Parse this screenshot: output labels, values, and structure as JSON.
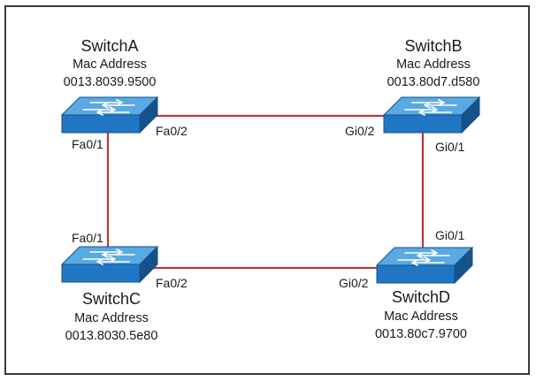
{
  "diagram": {
    "colors": {
      "link": "#b23a3a",
      "switch_top": "#59a9e3",
      "switch_side": "#1f77c4",
      "switch_dark": "#15528a",
      "arrow": "#ffffff"
    },
    "icons": {
      "switch": "network-switch-icon"
    },
    "switches": {
      "a": {
        "name": "SwitchA",
        "mac_label": "Mac Address",
        "mac": "0013.8039.9500"
      },
      "b": {
        "name": "SwitchB",
        "mac_label": "Mac Address",
        "mac": "0013.80d7.d580"
      },
      "c": {
        "name": "SwitchC",
        "mac_label": "Mac Address",
        "mac": "0013.8030.5e80"
      },
      "d": {
        "name": "SwitchD",
        "mac_label": "Mac Address",
        "mac": "0013.80c7.9700"
      }
    },
    "ports": {
      "a_down": "Fa0/1",
      "a_right": "Fa0/2",
      "b_left": "Gi0/2",
      "b_down": "Gi0/1",
      "c_up": "Fa0/1",
      "c_right": "Fa0/2",
      "d_left": "Gi0/2",
      "d_up": "Gi0/1"
    }
  }
}
